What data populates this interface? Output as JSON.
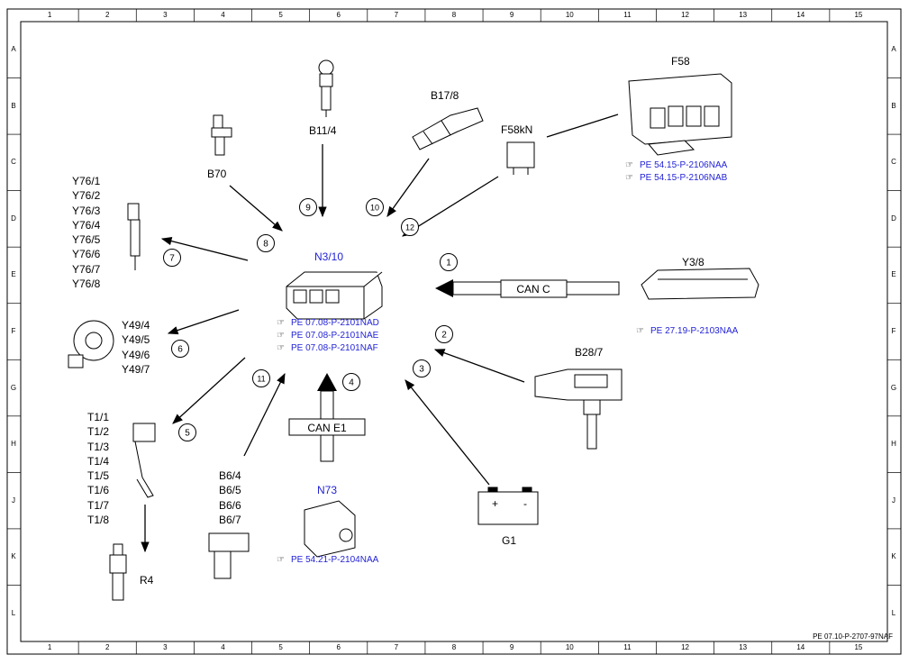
{
  "grid": {
    "columns": [
      "1",
      "2",
      "3",
      "4",
      "5",
      "6",
      "7",
      "8",
      "9",
      "10",
      "11",
      "12",
      "13",
      "14",
      "15"
    ],
    "rows": [
      "A",
      "B",
      "C",
      "D",
      "E",
      "F",
      "G",
      "H",
      "J",
      "K",
      "L"
    ]
  },
  "components": {
    "center": {
      "name": "N3/10",
      "refs": [
        "PE 07.08-P-2101NAD",
        "PE 07.08-P-2101NAE",
        "PE 07.08-P-2101NAF"
      ]
    },
    "b11_4": "B11/4",
    "b17_8": "B17/8",
    "b70": "B70",
    "f58kn": "F58kN",
    "f58": {
      "name": "F58",
      "refs": [
        "PE 54.15-P-2106NAA",
        "PE 54.15-P-2106NAB"
      ]
    },
    "y76": [
      "Y76/1",
      "Y76/2",
      "Y76/3",
      "Y76/4",
      "Y76/5",
      "Y76/6",
      "Y76/7",
      "Y76/8"
    ],
    "y49": [
      "Y49/4",
      "Y49/5",
      "Y49/6",
      "Y49/7"
    ],
    "y3_8": {
      "name": "Y3/8",
      "refs": [
        "PE 27.19-P-2103NAA"
      ]
    },
    "b28_7": "B28/7",
    "t1": [
      "T1/1",
      "T1/2",
      "T1/3",
      "T1/4",
      "T1/5",
      "T1/6",
      "T1/7",
      "T1/8"
    ],
    "r4": "R4",
    "b6": [
      "B6/4",
      "B6/5",
      "B6/6",
      "B6/7"
    ],
    "n73": {
      "name": "N73",
      "refs": [
        "PE 54.21-P-2104NAA"
      ]
    },
    "g1": "G1",
    "battery_plus": "+",
    "battery_minus": "-"
  },
  "buses": {
    "can_c": "CAN C",
    "can_e1": "CAN E1"
  },
  "callouts": [
    "1",
    "2",
    "3",
    "4",
    "5",
    "6",
    "7",
    "8",
    "9",
    "10",
    "11",
    "12"
  ],
  "doc_id": "PE 07.10-P-2707-97NAF",
  "colors": {
    "link": "#1f1fd6",
    "line": "#000000"
  },
  "icons": {
    "reference": "pointing-hand-icon"
  }
}
